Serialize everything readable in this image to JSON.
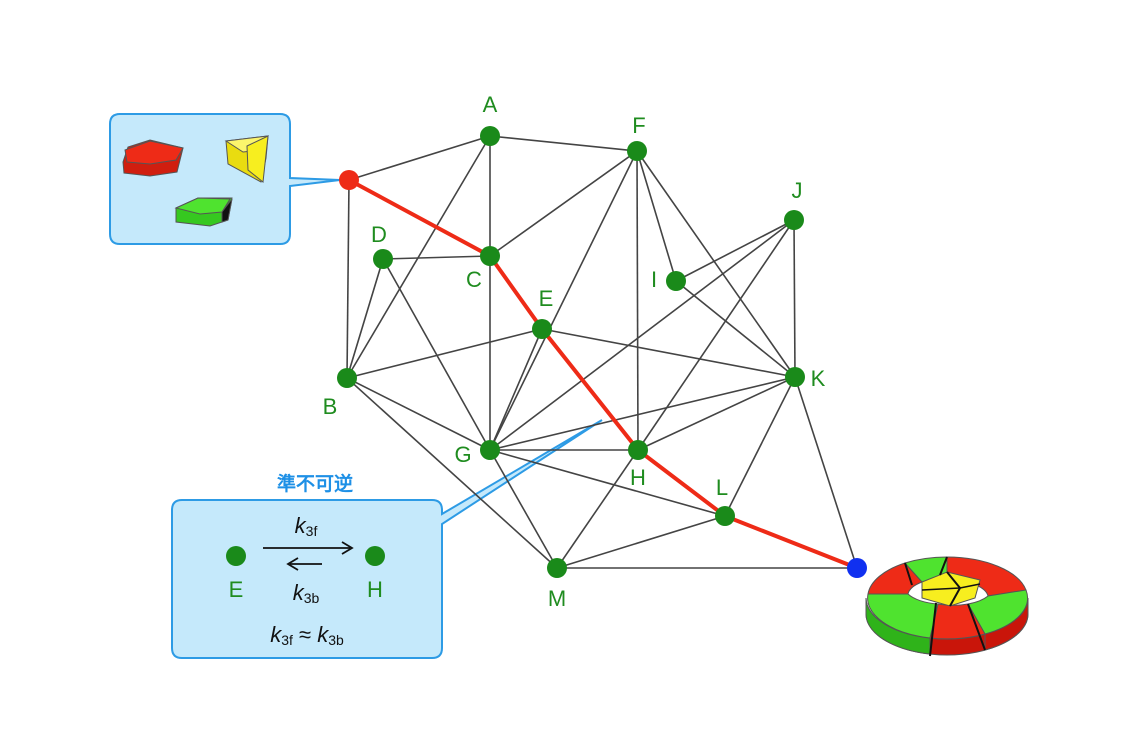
{
  "nodes": [
    {
      "id": "A",
      "label": "A"
    },
    {
      "id": "B",
      "label": "B"
    },
    {
      "id": "C",
      "label": "C"
    },
    {
      "id": "D",
      "label": "D"
    },
    {
      "id": "E",
      "label": "E"
    },
    {
      "id": "F",
      "label": "F"
    },
    {
      "id": "G",
      "label": "G"
    },
    {
      "id": "H",
      "label": "H"
    },
    {
      "id": "I",
      "label": "I"
    },
    {
      "id": "J",
      "label": "J"
    },
    {
      "id": "K",
      "label": "K"
    },
    {
      "id": "L",
      "label": "L"
    },
    {
      "id": "M",
      "label": "M"
    }
  ],
  "start_node": {
    "id": "start",
    "color": "#ee2b17"
  },
  "end_node": {
    "id": "end",
    "color": "#1030f0"
  },
  "edges": [
    [
      "start",
      "A"
    ],
    [
      "start",
      "B"
    ],
    [
      "start",
      "C"
    ],
    [
      "A",
      "F"
    ],
    [
      "A",
      "B"
    ],
    [
      "A",
      "C"
    ],
    [
      "F",
      "C"
    ],
    [
      "F",
      "G"
    ],
    [
      "F",
      "H"
    ],
    [
      "F",
      "I"
    ],
    [
      "F",
      "K"
    ],
    [
      "J",
      "I"
    ],
    [
      "J",
      "G"
    ],
    [
      "J",
      "H"
    ],
    [
      "J",
      "K"
    ],
    [
      "D",
      "C"
    ],
    [
      "D",
      "B"
    ],
    [
      "D",
      "G"
    ],
    [
      "C",
      "G"
    ],
    [
      "C",
      "E"
    ],
    [
      "E",
      "B"
    ],
    [
      "E",
      "G"
    ],
    [
      "E",
      "K"
    ],
    [
      "E",
      "H"
    ],
    [
      "I",
      "K"
    ],
    [
      "B",
      "G"
    ],
    [
      "B",
      "M"
    ],
    [
      "G",
      "H"
    ],
    [
      "G",
      "K"
    ],
    [
      "G",
      "L"
    ],
    [
      "G",
      "M"
    ],
    [
      "H",
      "K"
    ],
    [
      "H",
      "L"
    ],
    [
      "H",
      "M"
    ],
    [
      "K",
      "L"
    ],
    [
      "K",
      "end"
    ],
    [
      "L",
      "M"
    ],
    [
      "L",
      "end"
    ],
    [
      "M",
      "end"
    ]
  ],
  "highlighted_path": [
    "start",
    "C",
    "E",
    "H",
    "L",
    "end"
  ],
  "colors": {
    "node": "#1a8a1a",
    "edge": "#444444",
    "path": "#ee2b17",
    "callout_fill": "#c5e9fb",
    "callout_stroke": "#2d9be5",
    "piece_red": "#ee2b17",
    "piece_yellow": "#f7ee1f",
    "piece_green": "#4fe32f"
  },
  "callout": {
    "title": "準不可逆",
    "left_state": "E",
    "right_state": "H",
    "forward_rate": {
      "symbol": "k",
      "subscript": "3f"
    },
    "backward_rate": {
      "symbol": "k",
      "subscript": "3b"
    },
    "relation": {
      "left_symbol": "k",
      "left_subscript": "3f",
      "operator": "≈",
      "right_symbol": "k",
      "right_subscript": "3b"
    }
  }
}
